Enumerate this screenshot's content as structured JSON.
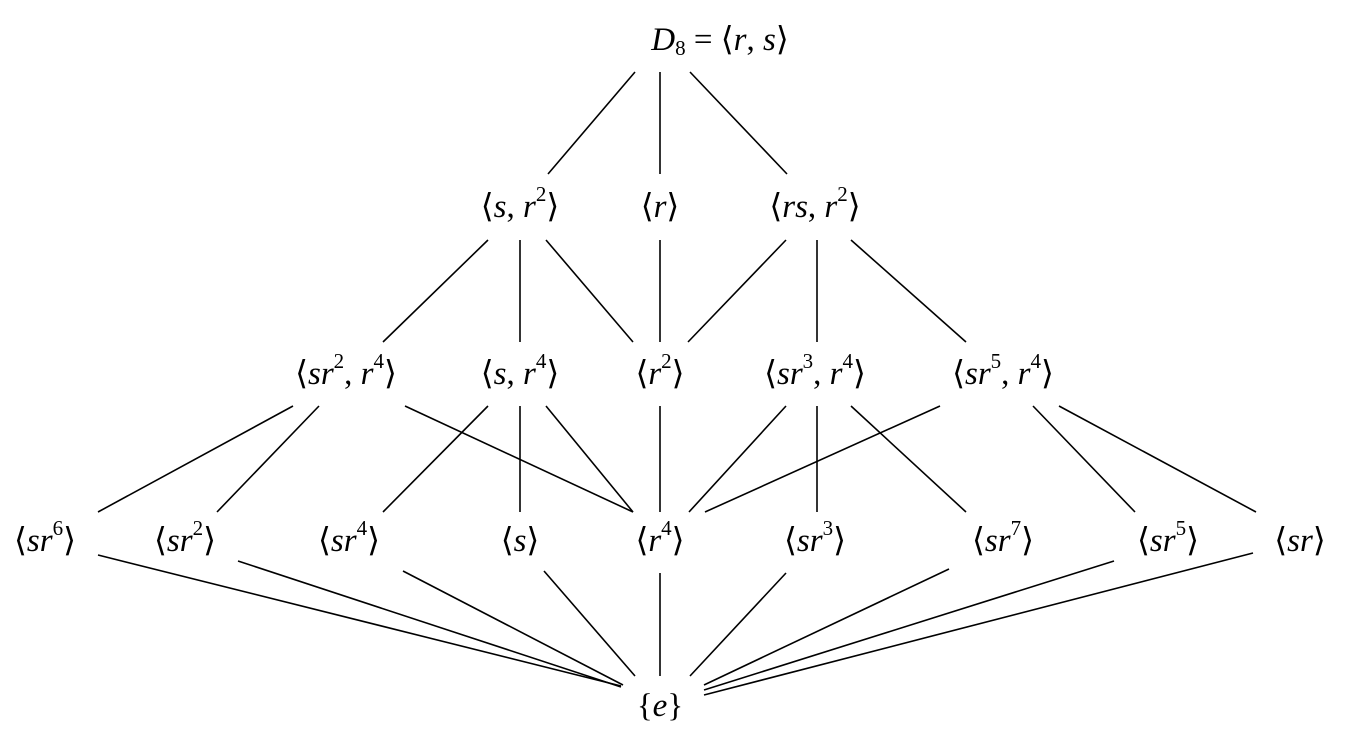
{
  "diagram": {
    "title_node": "D8",
    "nodes": [
      {
        "id": "D8",
        "parts": [
          {
            "t": "D",
            "it": true
          },
          {
            "t": "8",
            "sub": true
          },
          {
            "t": " = ⟨"
          },
          {
            "t": "r",
            "it": true
          },
          {
            "t": ", "
          },
          {
            "t": "s",
            "it": true
          },
          {
            "t": "⟩"
          }
        ]
      },
      {
        "id": "s_r2",
        "parts": [
          {
            "t": "⟨"
          },
          {
            "t": "s",
            "it": true
          },
          {
            "t": ", "
          },
          {
            "t": "r",
            "it": true
          },
          {
            "t": "2",
            "sup": true
          },
          {
            "t": "⟩"
          }
        ]
      },
      {
        "id": "r",
        "parts": [
          {
            "t": "⟨"
          },
          {
            "t": "r",
            "it": true
          },
          {
            "t": "⟩"
          }
        ]
      },
      {
        "id": "rs_r2",
        "parts": [
          {
            "t": "⟨"
          },
          {
            "t": "rs",
            "it": true
          },
          {
            "t": ", "
          },
          {
            "t": "r",
            "it": true
          },
          {
            "t": "2",
            "sup": true
          },
          {
            "t": "⟩"
          }
        ]
      },
      {
        "id": "sr2_r4",
        "parts": [
          {
            "t": "⟨"
          },
          {
            "t": "sr",
            "it": true
          },
          {
            "t": "2",
            "sup": true
          },
          {
            "t": ", "
          },
          {
            "t": "r",
            "it": true
          },
          {
            "t": "4",
            "sup": true
          },
          {
            "t": "⟩"
          }
        ]
      },
      {
        "id": "s_r4",
        "parts": [
          {
            "t": "⟨"
          },
          {
            "t": "s",
            "it": true
          },
          {
            "t": ", "
          },
          {
            "t": "r",
            "it": true
          },
          {
            "t": "4",
            "sup": true
          },
          {
            "t": "⟩"
          }
        ]
      },
      {
        "id": "r2",
        "parts": [
          {
            "t": "⟨"
          },
          {
            "t": "r",
            "it": true
          },
          {
            "t": "2",
            "sup": true
          },
          {
            "t": "⟩"
          }
        ]
      },
      {
        "id": "sr3_r4",
        "parts": [
          {
            "t": "⟨"
          },
          {
            "t": "sr",
            "it": true
          },
          {
            "t": "3",
            "sup": true
          },
          {
            "t": ", "
          },
          {
            "t": "r",
            "it": true
          },
          {
            "t": "4",
            "sup": true
          },
          {
            "t": "⟩"
          }
        ]
      },
      {
        "id": "sr5_r4",
        "parts": [
          {
            "t": "⟨"
          },
          {
            "t": "sr",
            "it": true
          },
          {
            "t": "5",
            "sup": true
          },
          {
            "t": ", "
          },
          {
            "t": "r",
            "it": true
          },
          {
            "t": "4",
            "sup": true
          },
          {
            "t": "⟩"
          }
        ]
      },
      {
        "id": "sr6",
        "parts": [
          {
            "t": "⟨"
          },
          {
            "t": "sr",
            "it": true
          },
          {
            "t": "6",
            "sup": true
          },
          {
            "t": "⟩"
          }
        ]
      },
      {
        "id": "sr2",
        "parts": [
          {
            "t": "⟨"
          },
          {
            "t": "sr",
            "it": true
          },
          {
            "t": "2",
            "sup": true
          },
          {
            "t": "⟩"
          }
        ]
      },
      {
        "id": "sr4",
        "parts": [
          {
            "t": "⟨"
          },
          {
            "t": "sr",
            "it": true
          },
          {
            "t": "4",
            "sup": true
          },
          {
            "t": "⟩"
          }
        ]
      },
      {
        "id": "s",
        "parts": [
          {
            "t": "⟨"
          },
          {
            "t": "s",
            "it": true
          },
          {
            "t": "⟩"
          }
        ]
      },
      {
        "id": "r4",
        "parts": [
          {
            "t": "⟨"
          },
          {
            "t": "r",
            "it": true
          },
          {
            "t": "4",
            "sup": true
          },
          {
            "t": "⟩"
          }
        ]
      },
      {
        "id": "sr3",
        "parts": [
          {
            "t": "⟨"
          },
          {
            "t": "sr",
            "it": true
          },
          {
            "t": "3",
            "sup": true
          },
          {
            "t": "⟩"
          }
        ]
      },
      {
        "id": "sr7",
        "parts": [
          {
            "t": "⟨"
          },
          {
            "t": "sr",
            "it": true
          },
          {
            "t": "7",
            "sup": true
          },
          {
            "t": "⟩"
          }
        ]
      },
      {
        "id": "sr5",
        "parts": [
          {
            "t": "⟨"
          },
          {
            "t": "sr",
            "it": true
          },
          {
            "t": "5",
            "sup": true
          },
          {
            "t": "⟩"
          }
        ]
      },
      {
        "id": "sr",
        "parts": [
          {
            "t": "⟨"
          },
          {
            "t": "sr",
            "it": true
          },
          {
            "t": "⟩"
          }
        ]
      },
      {
        "id": "e",
        "parts": [
          {
            "t": "{"
          },
          {
            "t": "e",
            "it": true
          },
          {
            "t": "}"
          }
        ]
      }
    ],
    "edges": [
      [
        "D8",
        "s_r2"
      ],
      [
        "D8",
        "r"
      ],
      [
        "D8",
        "rs_r2"
      ],
      [
        "s_r2",
        "sr2_r4"
      ],
      [
        "s_r2",
        "s_r4"
      ],
      [
        "s_r2",
        "r2"
      ],
      [
        "r",
        "r2"
      ],
      [
        "rs_r2",
        "r2"
      ],
      [
        "rs_r2",
        "sr3_r4"
      ],
      [
        "rs_r2",
        "sr5_r4"
      ],
      [
        "sr2_r4",
        "sr6"
      ],
      [
        "sr2_r4",
        "sr2"
      ],
      [
        "sr2_r4",
        "r4"
      ],
      [
        "s_r4",
        "sr4"
      ],
      [
        "s_r4",
        "s"
      ],
      [
        "s_r4",
        "r4"
      ],
      [
        "r2",
        "r4"
      ],
      [
        "sr3_r4",
        "r4"
      ],
      [
        "sr3_r4",
        "sr3"
      ],
      [
        "sr3_r4",
        "sr7"
      ],
      [
        "sr5_r4",
        "r4"
      ],
      [
        "sr5_r4",
        "sr5"
      ],
      [
        "sr5_r4",
        "sr"
      ],
      [
        "sr6",
        "e"
      ],
      [
        "sr2",
        "e"
      ],
      [
        "sr4",
        "e"
      ],
      [
        "s",
        "e"
      ],
      [
        "r4",
        "e"
      ],
      [
        "sr3",
        "e"
      ],
      [
        "sr7",
        "e"
      ],
      [
        "sr5",
        "e"
      ],
      [
        "sr",
        "e"
      ]
    ]
  }
}
